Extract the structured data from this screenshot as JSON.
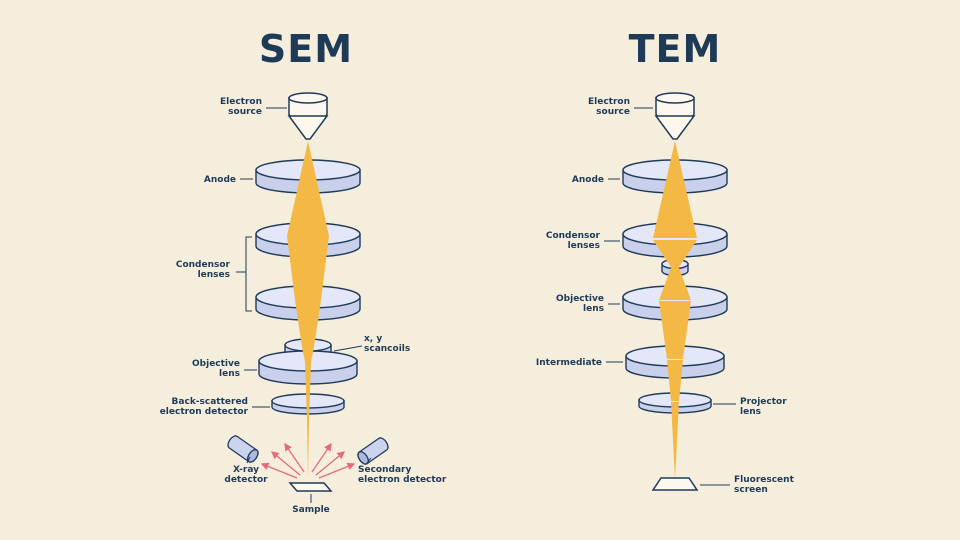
{
  "colors": {
    "background": "#f6eedd",
    "navy": "#1e3a57",
    "beam_yellow": "#f4b845",
    "lens_body": "#c9d0ec",
    "lens_top": "#e3e7f7",
    "scatter_pink": "#e66a7d"
  },
  "sem": {
    "title": "SEM",
    "labels": {
      "electron_source": [
        "Electron",
        "source"
      ],
      "anode": [
        "Anode"
      ],
      "condensor_lenses": [
        "Condensor",
        "lenses"
      ],
      "scancoils": [
        "x, y",
        "scancoils"
      ],
      "objective_lens": [
        "Objective",
        "lens"
      ],
      "back_scattered": [
        "Back-scattered",
        "electron detector"
      ],
      "xray_detector": [
        "X-ray",
        "detector"
      ],
      "secondary_detector": [
        "Secondary",
        "electron detector"
      ],
      "sample": [
        "Sample"
      ]
    }
  },
  "tem": {
    "title": "TEM",
    "labels": {
      "electron_source": [
        "Electron",
        "source"
      ],
      "anode": [
        "Anode"
      ],
      "condensor_lenses": [
        "Condensor",
        "lenses"
      ],
      "objective_lens": [
        "Objective",
        "lens"
      ],
      "intermediate": [
        "Intermediate"
      ],
      "projector_lens": [
        "Projector",
        "lens"
      ],
      "fluorescent_screen": [
        "Fluorescent",
        "screen"
      ]
    }
  }
}
